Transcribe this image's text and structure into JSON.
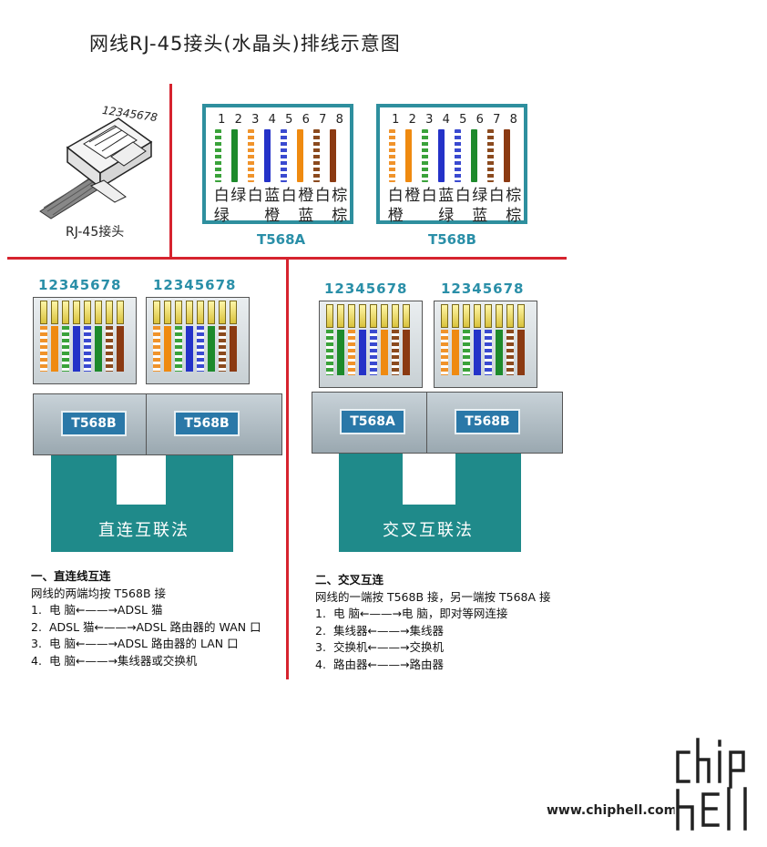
{
  "title": "网线RJ-45接头(水晶头)排线示意图",
  "rj45": {
    "pin_numbers": "12345678",
    "label": "RJ-45接头"
  },
  "panels": [
    {
      "id": "T568A",
      "label": "T568A",
      "pins": [
        "1",
        "2",
        "3",
        "4",
        "5",
        "6",
        "7",
        "8"
      ],
      "wires": [
        "white-green",
        "green",
        "white-orange",
        "blue",
        "white-blue",
        "orange",
        "white-brown",
        "brown"
      ],
      "row1": [
        "白",
        "绿",
        "白",
        "蓝",
        "白",
        "橙",
        "白",
        "棕"
      ],
      "row2": [
        "绿",
        "",
        "橙",
        "",
        "蓝",
        "",
        "棕",
        ""
      ]
    },
    {
      "id": "T568B",
      "label": "T568B",
      "pins": [
        "1",
        "2",
        "3",
        "4",
        "5",
        "6",
        "7",
        "8"
      ],
      "wires": [
        "white-orange",
        "orange",
        "white-green",
        "blue",
        "white-blue",
        "green",
        "white-brown",
        "brown"
      ],
      "row1": [
        "白",
        "橙",
        "白",
        "蓝",
        "白",
        "绿",
        "白",
        "棕"
      ],
      "row2": [
        "橙",
        "",
        "绿",
        "",
        "蓝",
        "",
        "棕",
        ""
      ]
    }
  ],
  "wire_colors": {
    "white-green": "#3aa23a",
    "green": "#1d8a2b",
    "white-orange": "#f0932b",
    "orange": "#ef8a10",
    "blue": "#2432c8",
    "white-blue": "#3a4ad0",
    "white-brown": "#8b4a1e",
    "brown": "#8b3a12"
  },
  "straight": {
    "pin_numbers": "12345678",
    "left_label": "T568B",
    "right_label": "T568B",
    "cable_label": "直连互联法",
    "heading": "一、直连线互连",
    "sub": "网线的两端均按 T568B 接",
    "items": [
      {
        "n": "1.",
        "text": "电  脑←——→ADSL 猫"
      },
      {
        "n": "2.",
        "text": "ADSL 猫←——→ADSL 路由器的 WAN 口"
      },
      {
        "n": "3.",
        "text": "电  脑←——→ADSL 路由器的 LAN 口"
      },
      {
        "n": "4.",
        "text": "电  脑←——→集线器或交换机"
      }
    ]
  },
  "cross": {
    "pin_numbers": "12345678",
    "left_label": "T568A",
    "right_label": "T568B",
    "cable_label": "交叉互联法",
    "heading": "二、交叉互连",
    "sub": "网线的一端按 T568B 接，另一端按 T568A 接",
    "items": [
      {
        "n": "1.",
        "text": "电  脑←——→电  脑，即对等网连接"
      },
      {
        "n": "2.",
        "text": "集线器←——→集线器"
      },
      {
        "n": "3.",
        "text": "交换机←——→交换机"
      },
      {
        "n": "4.",
        "text": "路由器←——→路由器"
      }
    ]
  },
  "watermark": {
    "url": "www.chiphell.com",
    "logo": "chiphell"
  },
  "accent_color": "#d6232e",
  "panel_border_color": "#2e8f9e",
  "cable_color": "#1f8a8a"
}
